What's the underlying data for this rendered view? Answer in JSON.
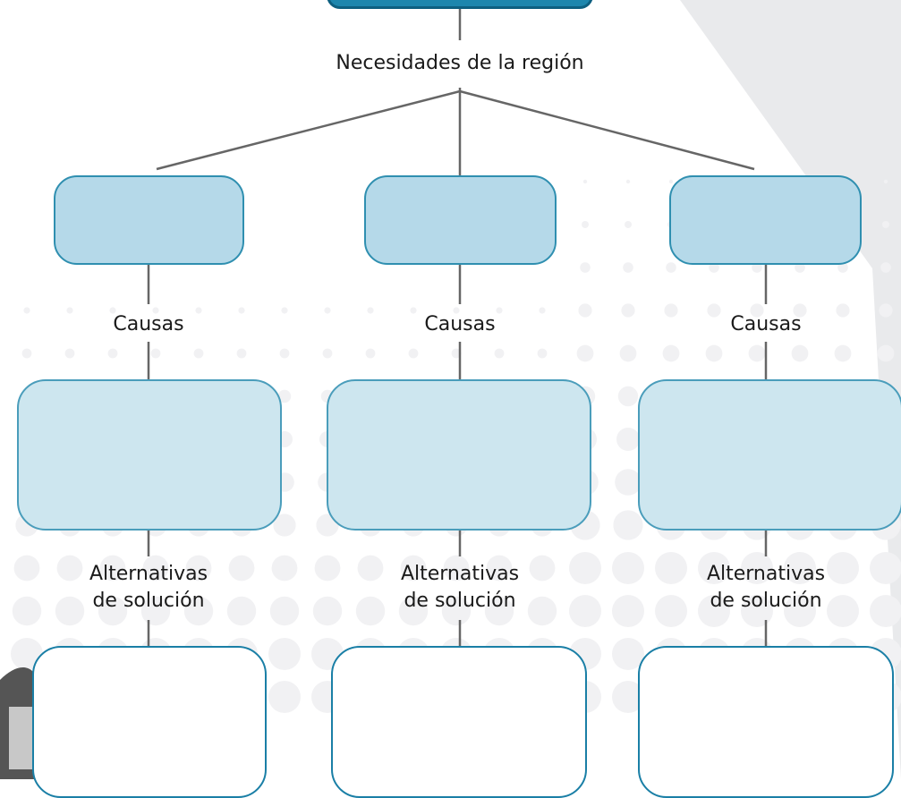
{
  "root_label": "Necesidades de la región",
  "columns": [
    {
      "causes_label": "Causas",
      "solutions_label": [
        "Alternativas",
        "de solución"
      ]
    },
    {
      "causes_label": "Causas",
      "solutions_label": [
        "Alternativas",
        "de solución"
      ]
    },
    {
      "causes_label": "Causas",
      "solutions_label": [
        "Alternativas",
        "de solución"
      ]
    }
  ],
  "colors": {
    "top_box": "#1d86ad",
    "need_box": "#b5d9e9",
    "cause_box": "#cde6ef",
    "solution_box": "#ffffff",
    "connector": "#666666"
  }
}
